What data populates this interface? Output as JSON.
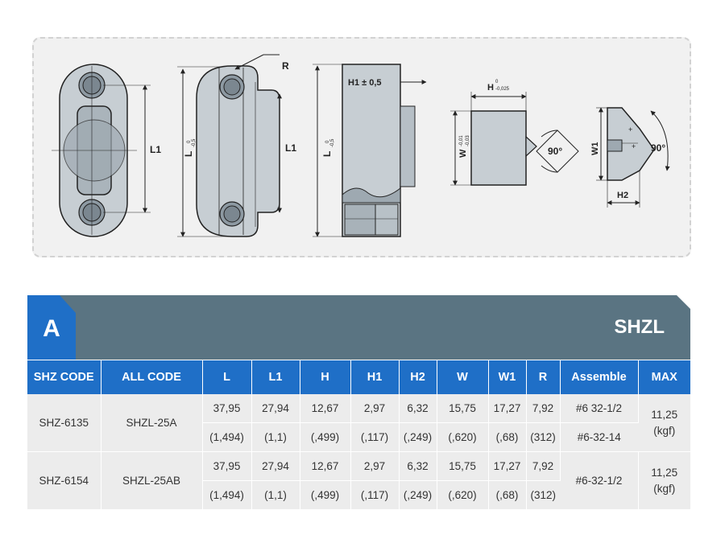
{
  "drawing": {
    "labels": {
      "r": "R",
      "l1_front": "L1",
      "l1_side": "L1",
      "l_dim": "L",
      "l_tol_upper": "0",
      "l_tol_lower": "-0,5",
      "l_tol_upper_2": "0",
      "l_tol_lower_2": "-0,5",
      "h1": "H1 ± 0,5",
      "h": "H",
      "h_tol_upper": "0",
      "h_tol_lower": "-0,025",
      "w": "W",
      "w_tol_upper": "-0,01",
      "w_tol_lower": "-0,03",
      "angle_1": "90°",
      "angle_2": "90°",
      "w1": "W1",
      "h2": "H2"
    }
  },
  "section": {
    "letter": "A",
    "title": "SHZL"
  },
  "table": {
    "headers": [
      "SHZ CODE",
      "ALL CODE",
      "L",
      "L1",
      "H",
      "H1",
      "H2",
      "W",
      "W1",
      "R",
      "Assemble",
      "MAX"
    ],
    "groups": [
      {
        "shz_code": "SHZ-6135",
        "all_code": "SHZL-25A",
        "metric": [
          "37,95",
          "27,94",
          "12,67",
          "2,97",
          "6,32",
          "15,75",
          "17,27",
          "7,92"
        ],
        "inch": [
          "(1,494)",
          "(1,1)",
          "(,499)",
          "(,117)",
          "(,249)",
          "(,620)",
          "(,68)",
          "(312)"
        ],
        "assemble_1": "#6 32-1/2",
        "assemble_2": "#6-32-14",
        "max_value": "11,25",
        "max_unit": "(kgf)"
      },
      {
        "shz_code": "SHZ-6154",
        "all_code": "SHZL-25AB",
        "metric": [
          "37,95",
          "27,94",
          "12,67",
          "2,97",
          "6,32",
          "15,75",
          "17,27",
          "7,92"
        ],
        "inch": [
          "(1,494)",
          "(1,1)",
          "(,499)",
          "(,117)",
          "(,249)",
          "(,620)",
          "(,68)",
          "(312)"
        ],
        "assemble": "#6-32-1/2",
        "max_value": "11,25",
        "max_unit": "(kgf)"
      }
    ]
  },
  "colors": {
    "accent_blue": "#1f6fc7",
    "header_slate": "#5a7482",
    "row_gray": "#ececec",
    "part_fill": "#c7ced3"
  }
}
